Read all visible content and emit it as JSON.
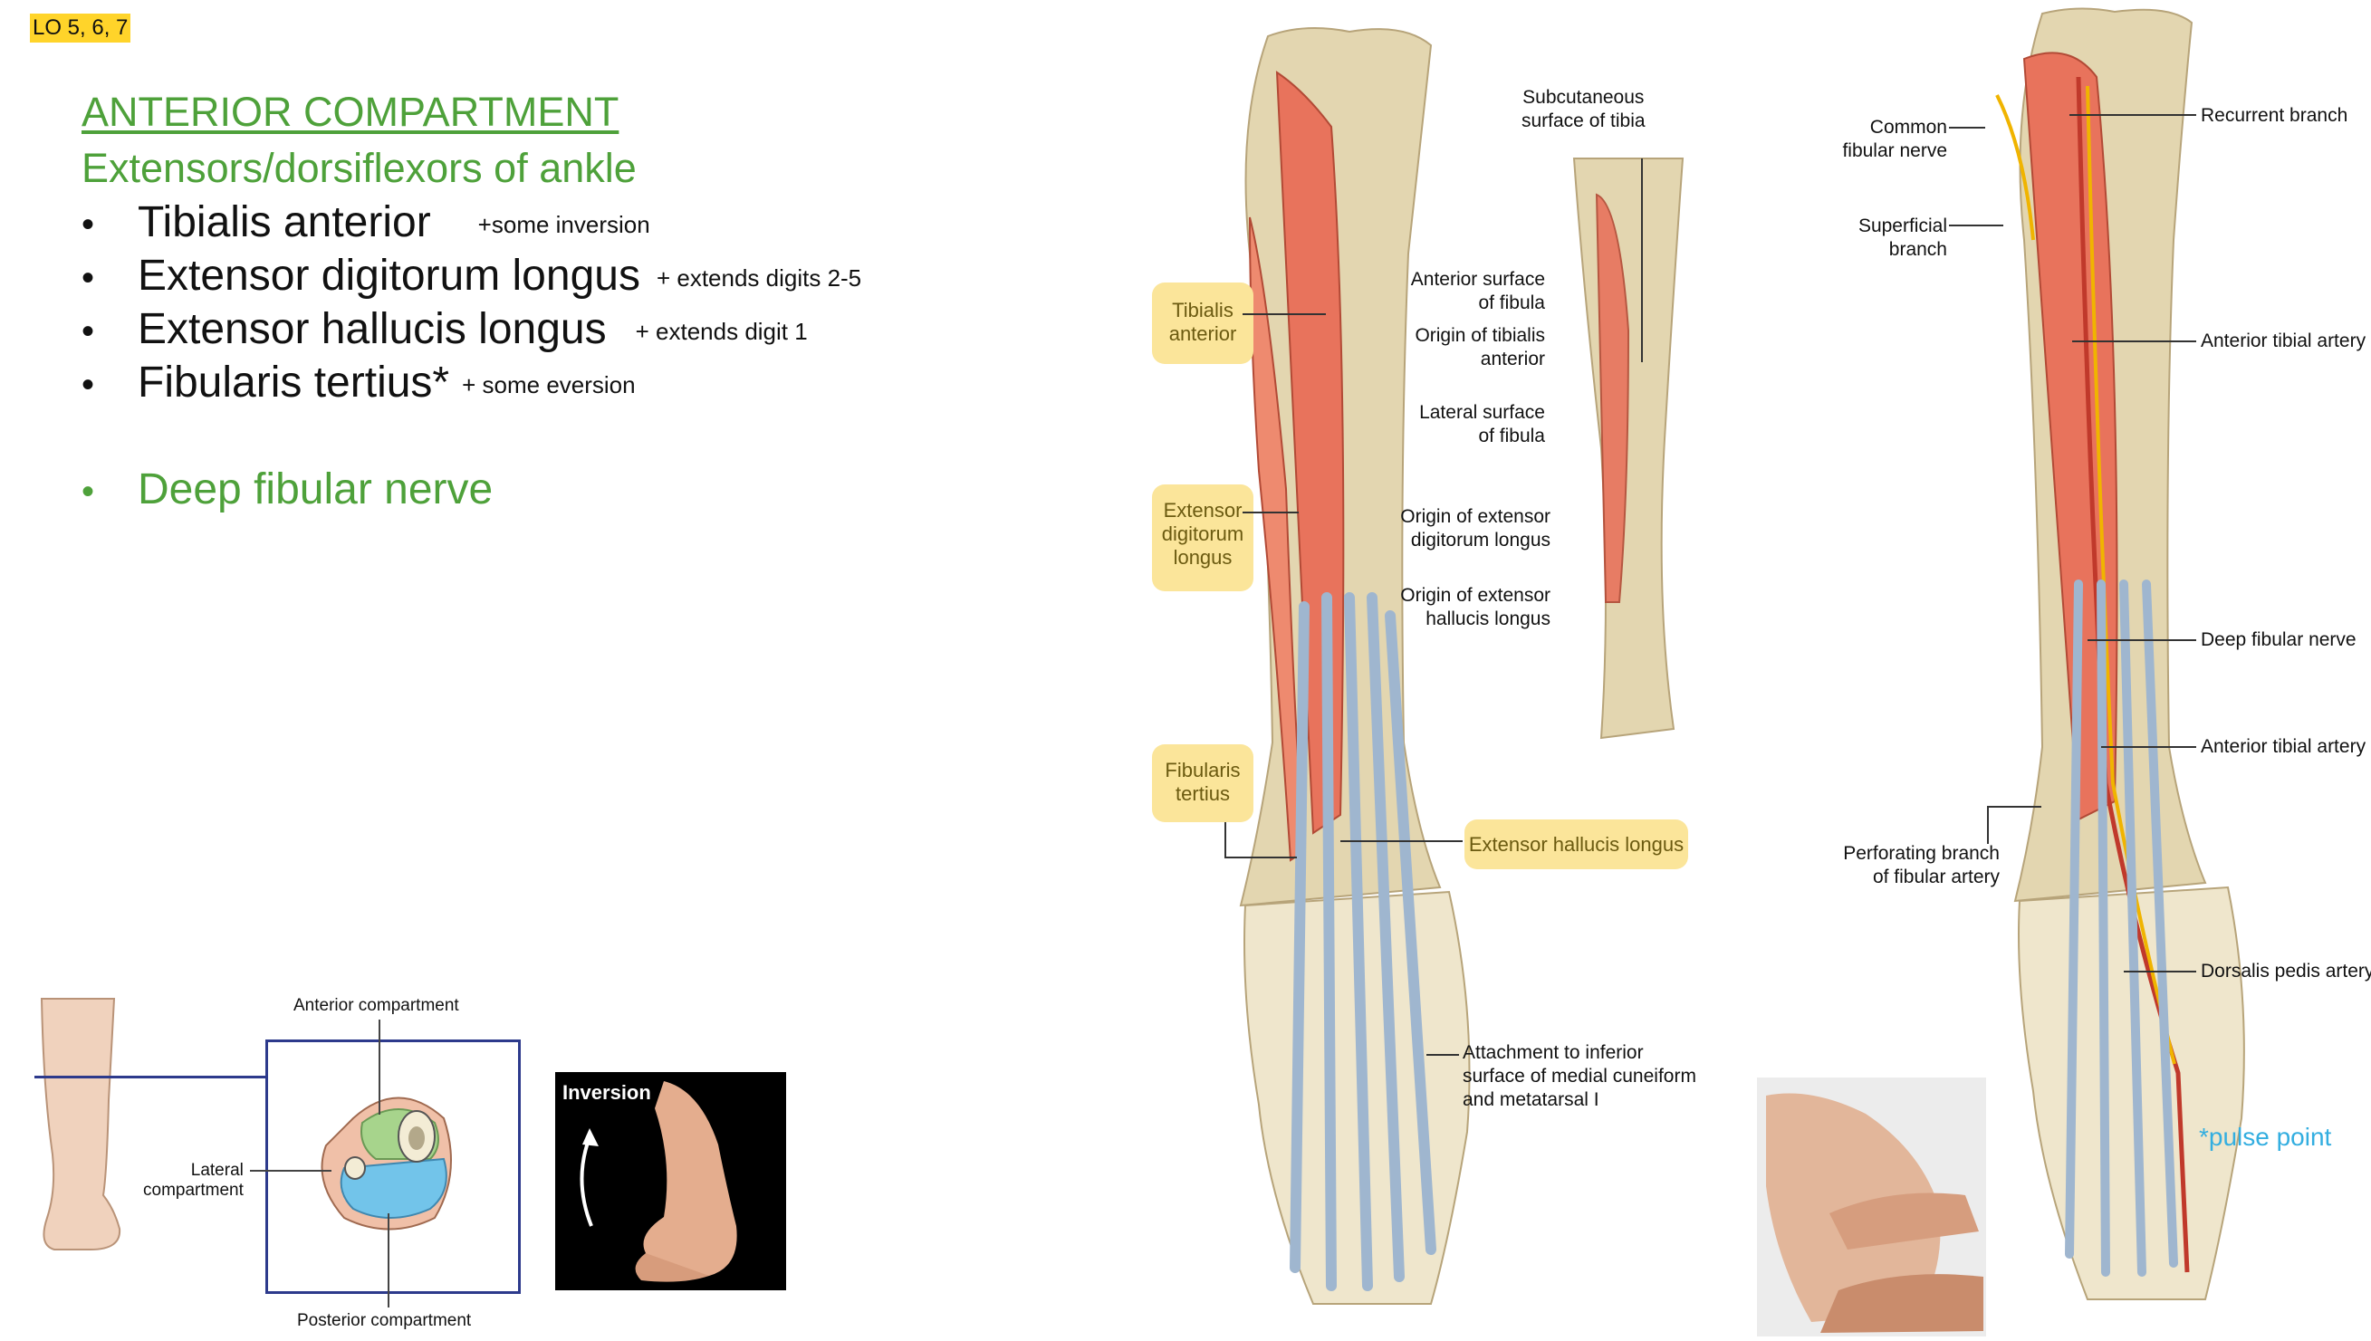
{
  "lo_tag": "LO 5, 6, 7",
  "heading": "ANTERIOR COMPARTMENT",
  "subheading": "Extensors/dorsiflexors of ankle",
  "bullet_char": "•",
  "muscles": [
    {
      "name": "Tibialis anterior",
      "note": "+some inversion"
    },
    {
      "name": "Extensor digitorum longus",
      "note": "+ extends digits 2-5"
    },
    {
      "name": "Extensor hallucis longus",
      "note": "+ extends digit 1"
    },
    {
      "name": "Fibularis tertius*",
      "note": "+ some eversion"
    }
  ],
  "nerve": "Deep fibular nerve",
  "fig1_labels": {
    "tibialis_anterior": [
      "Tibialis",
      "anterior"
    ],
    "extensor_digitorum_longus": [
      "Extensor",
      "digitorum",
      "longus"
    ],
    "fibularis_tertius": [
      "Fibularis",
      "tertius"
    ],
    "extensor_hallucis_longus": "Extensor hallucis longus",
    "subcutaneous_surface": [
      "Subcutaneous",
      "surface of tibia"
    ],
    "anterior_surface_fibula": [
      "Anterior surface",
      "of fibula"
    ],
    "origin_tibialis_anterior": [
      "Origin of tibialis",
      "anterior"
    ],
    "lateral_surface_fibula": [
      "Lateral surface",
      "of fibula"
    ],
    "origin_edl": [
      "Origin of extensor",
      "digitorum longus"
    ],
    "origin_ehl": [
      "Origin of extensor",
      "hallucis longus"
    ],
    "attachment": [
      "Attachment to inferior",
      "surface of medial cuneiform",
      "and metatarsal I"
    ]
  },
  "fig2_labels": {
    "common_fibular_nerve": [
      "Common",
      "fibular nerve"
    ],
    "superficial_branch": [
      "Superficial",
      "branch"
    ],
    "recurrent_branch": "Recurrent branch",
    "anterior_tibial_artery_1": "Anterior tibial artery",
    "deep_fibular_nerve": "Deep fibular nerve",
    "anterior_tibial_artery_2": "Anterior tibial artery",
    "perforating_branch": [
      "Perforating branch",
      "of fibular artery"
    ],
    "dorsalis_pedis": "Dorsalis pedis artery",
    "pulse_point": "*pulse point"
  },
  "cross_section": {
    "anterior": "Anterior compartment",
    "lateral": [
      "Lateral",
      "compartment"
    ],
    "posterior": "Posterior compartment"
  },
  "inversion_label": "Inversion",
  "colors": {
    "green": "#4ea13a",
    "highlight": "#ffd42a",
    "label_box": "#fbe59a",
    "pulse": "#33aee0",
    "muscle": "#e8735c",
    "bone": "#e3d6b0"
  }
}
